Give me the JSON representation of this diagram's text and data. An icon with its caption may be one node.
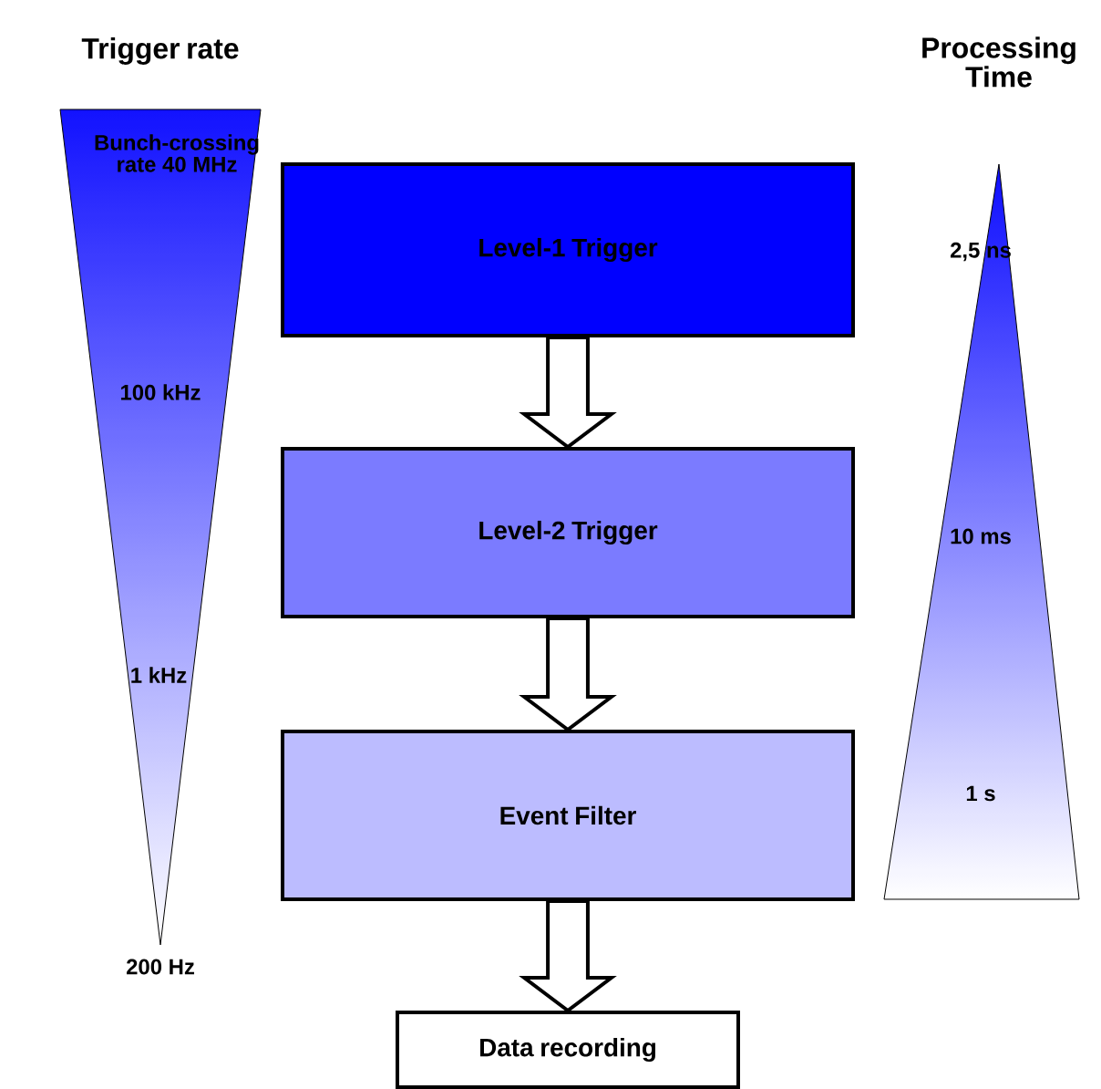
{
  "diagram": {
    "nodes": [
      {
        "text": [
          "Trigger rate",
          "Bunch-crossing rate 40 MHz",
          "100 kHz",
          "1 kHz",
          "200 Hz"
        ]
      },
      {
        "text": [
          "Level-1 Trigger"
        ]
      },
      {
        "text": [
          "Level-2 Trigger"
        ]
      },
      {
        "text": [
          "Event Filter"
        ]
      },
      {
        "text": [
          "Data recording"
        ]
      },
      {
        "text": [
          "Processing Time",
          "2,5 ns",
          "10 ms",
          "1 s"
        ]
      }
    ],
    "edges": [
      {
        "from": 1,
        "to": 2,
        "arrow": "to"
      },
      {
        "from": 2,
        "to": 3,
        "arrow": "to"
      },
      {
        "from": 3,
        "to": 4,
        "arrow": "to"
      }
    ]
  }
}
